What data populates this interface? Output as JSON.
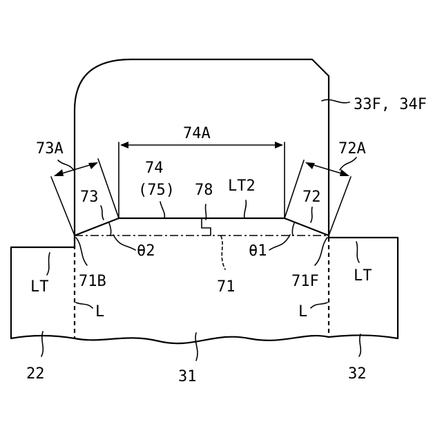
{
  "labels": {
    "part_33f_34f": "33F, 34F",
    "dim_74a": "74A",
    "dim_73a": "73A",
    "dim_72a": "72A",
    "ref_74": "74",
    "ref_75": "(75)",
    "ref_78": "78",
    "ref_lt2": "LT2",
    "ref_73": "73",
    "ref_72": "72",
    "theta_2": "θ2",
    "theta_1": "θ1",
    "ref_71b": "71B",
    "ref_71f": "71F",
    "ref_71": "71",
    "lt_left": "LT",
    "lt_right": "LT",
    "l_left": "L",
    "l_right": "L",
    "ref_22": "22",
    "ref_31": "31",
    "ref_32": "32"
  }
}
